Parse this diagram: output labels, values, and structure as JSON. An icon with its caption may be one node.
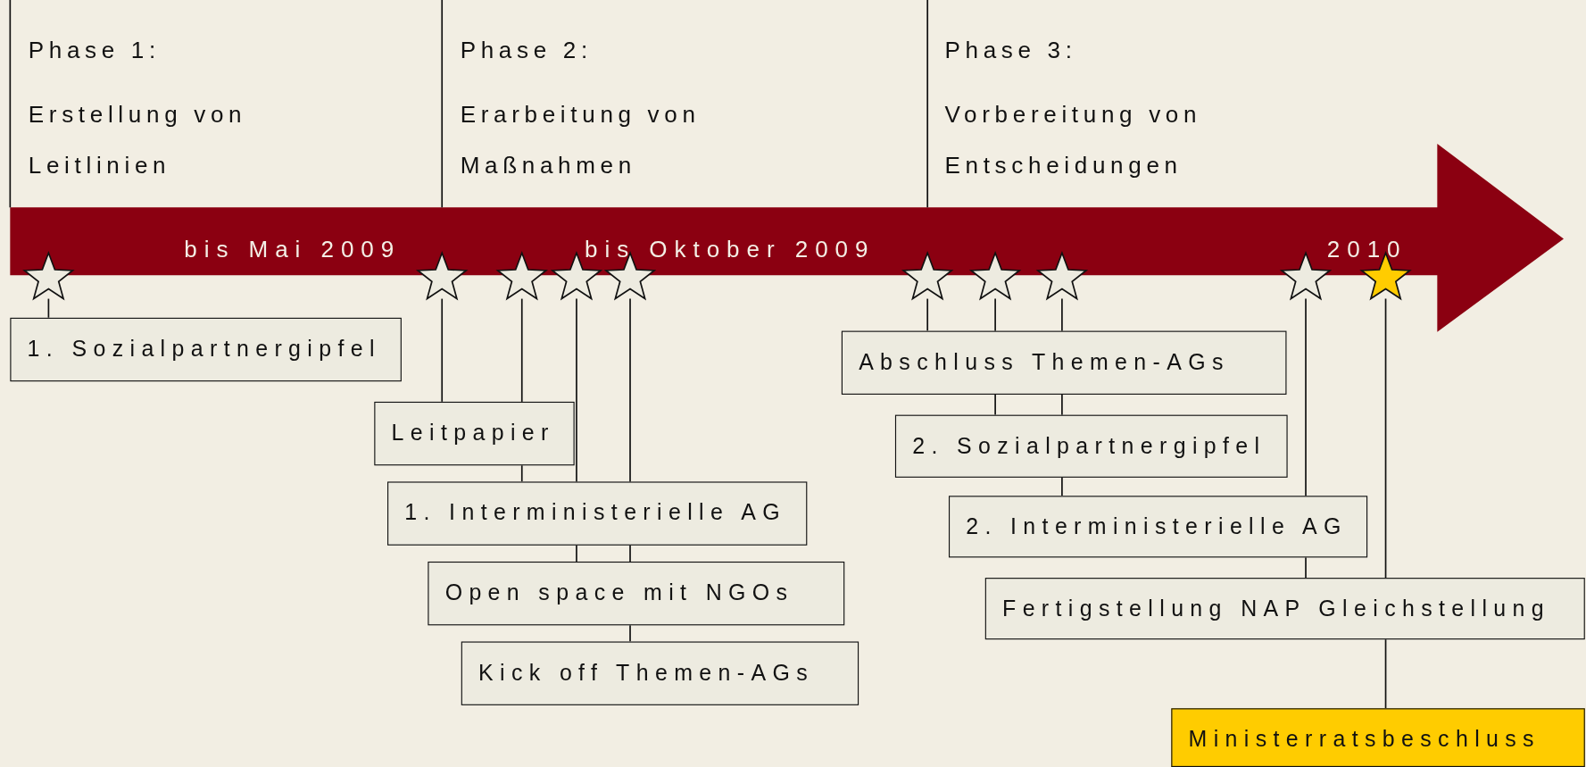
{
  "diagram": {
    "nodes": [
      {
        "text": [],
        "shape": "star"
      },
      {
        "text": [],
        "shape": "star"
      },
      {
        "text": [],
        "shape": "star"
      },
      {
        "text": [],
        "shape": "star"
      },
      {
        "text": [],
        "shape": "star"
      },
      {
        "text": [],
        "shape": "star"
      },
      {
        "text": [],
        "shape": "star"
      },
      {
        "text": [],
        "shape": "star"
      },
      {
        "text": [],
        "shape": "star"
      },
      {
        "text": [],
        "shape": "star"
      },
      {
        "text": [
          "1. Sozialpartnergipfel"
        ]
      },
      {
        "text": [
          "Leitpapier"
        ]
      },
      {
        "text": [
          "1. Interministerielle AG"
        ]
      },
      {
        "text": [
          "Open space mit NGOs"
        ]
      },
      {
        "text": [
          "Kick off Themen-AGs"
        ]
      },
      {
        "text": [
          "Abschluss Themen-AGs"
        ]
      },
      {
        "text": [
          "2. Sozialpartnergipfel"
        ]
      },
      {
        "text": [
          "2. Interministerielle AG"
        ]
      },
      {
        "text": [
          "Fertigstellung NAP Gleichstellung"
        ]
      },
      {
        "text": [
          "Ministerratsbeschluss"
        ]
      }
    ],
    "edges": [
      {
        "from": 0,
        "to": 10,
        "arrow": "none"
      },
      {
        "from": 1,
        "to": 11,
        "arrow": "none"
      },
      {
        "from": 2,
        "to": 12,
        "arrow": "none"
      },
      {
        "from": 3,
        "to": 13,
        "arrow": "none"
      },
      {
        "from": 4,
        "to": 14,
        "arrow": "none"
      },
      {
        "from": 5,
        "to": 15,
        "arrow": "none"
      },
      {
        "from": 6,
        "to": 16,
        "arrow": "none"
      },
      {
        "from": 7,
        "to": 17,
        "arrow": "none"
      },
      {
        "from": 8,
        "to": 18,
        "arrow": "none"
      },
      {
        "from": 9,
        "to": 19,
        "arrow": "none"
      }
    ],
    "labels": [
      "Phase 1:",
      "Erstellung von Leitlinien",
      "Phase 2:",
      "Erarbeitung von Maßnahmen",
      "Phase 3:",
      "Vorbereitung von Entscheidungen",
      "bis Mai 2009",
      "bis Oktober 2009",
      "2010"
    ]
  }
}
